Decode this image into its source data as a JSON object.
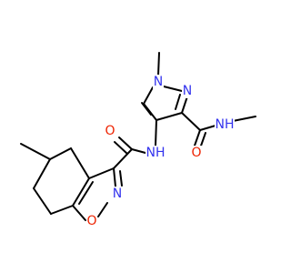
{
  "diagram": {
    "type": "chemical-structure",
    "colors": {
      "carbon_bond": "#000000",
      "nitrogen": "#3333ee",
      "oxygen": "#ee2200",
      "background": "#ffffff"
    },
    "atom_labels": {
      "n_methyl_pyrazole": "N",
      "n_pyrazole_2": "N",
      "nh_amide_methyl": "NH",
      "o_amide_methyl": "O",
      "nh_amide_link": "NH",
      "o_amide_link": "O",
      "n_isoxazole": "N",
      "o_isoxazole": "O"
    }
  }
}
